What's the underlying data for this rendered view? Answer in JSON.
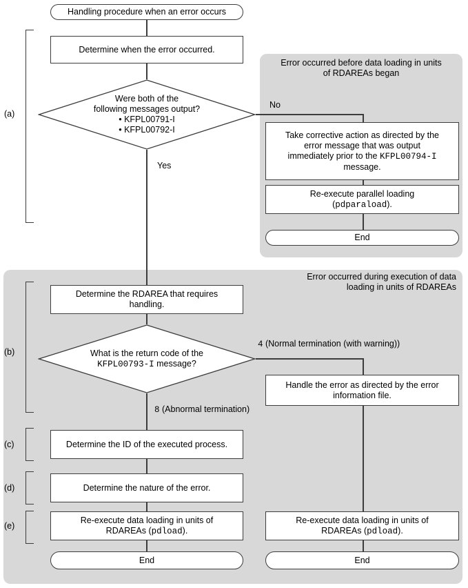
{
  "flowchart": {
    "colors": {
      "panel_bg": "#d8d8d8",
      "line": "#3c3c3c",
      "box_bg": "#ffffff",
      "text": "#000000"
    },
    "start": "Handling procedure when an error occurs",
    "section_a": {
      "label": "(a)",
      "determine_when": "Determine when the error occurred.",
      "decision": {
        "lines": [
          "Were both of the",
          "following messages output?",
          "• KFPL00791-I",
          "• KFPL00792-I"
        ]
      },
      "yes": "Yes",
      "no": "No"
    },
    "panel_before": {
      "header": [
        "Error occurred before data loading in units",
        "of RDAREAs began"
      ],
      "corrective": {
        "line1": "Take corrective action as directed by the",
        "line2": "error message that was output",
        "line3_pre": "immediately prior to the ",
        "line3_code": "KFPL00794-I",
        "line4": "message."
      },
      "parallel": {
        "line1": "Re-execute parallel loading",
        "line2_pre": "(",
        "code": "pdparaload",
        "line2_post": ")."
      },
      "end": "End"
    },
    "panel_during": {
      "header": [
        "Error occurred during execution of data",
        "loading in units of RDAREAs"
      ],
      "section_b": {
        "label": "(b)",
        "determine_rdarea": [
          "Determine the RDAREA that requires",
          "handling."
        ],
        "decision": {
          "line1": "What is the return code of the",
          "code": "KFPL00793-I",
          "suffix": " message?"
        },
        "branch_4": {
          "code": "4",
          "text": " (Normal termination (with warning))"
        },
        "branch_8": {
          "code": "8",
          "text": " (Abnormal termination)"
        }
      },
      "handle_error": [
        "Handle the error as directed by the error",
        "information file."
      ],
      "section_c": {
        "label": "(c)",
        "text": "Determine the ID of the executed process."
      },
      "section_d": {
        "label": "(d)",
        "text": "Determine the nature of the error."
      },
      "section_e": {
        "label": "(e)",
        "reexecute": {
          "line1": "Re-execute data loading in units of",
          "line2_pre": "RDAREAs (",
          "code": "pdload",
          "line2_post": ")."
        }
      },
      "reexecute_right": {
        "line1": "Re-execute data loading in units of",
        "line2_pre": "RDAREAs (",
        "code": "pdload",
        "line2_post": ")."
      },
      "end_left": "End",
      "end_right": "End"
    }
  }
}
